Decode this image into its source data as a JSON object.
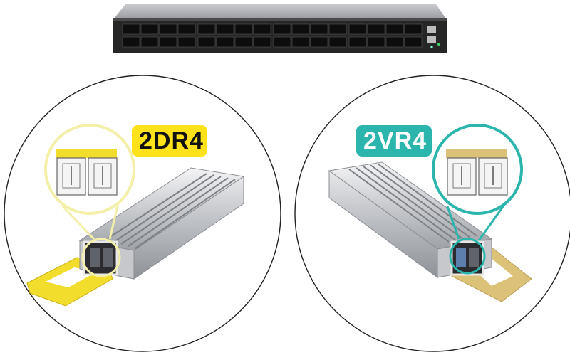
{
  "labels": {
    "left": "2DR4",
    "right": "2VR4"
  },
  "colors": {
    "dr4_accent": "#ffe21a",
    "vr4_accent": "#2cb5ad",
    "dr4_tab": "#f2dc2c",
    "vr4_tab": "#dcc278",
    "switch_body": "#2a2a2a",
    "circle_outline": "#222222"
  },
  "icons": [
    "network-switch-image",
    "osfp-module-2dr4-image",
    "osfp-module-2vr4-image",
    "connector-ports-zoom"
  ]
}
